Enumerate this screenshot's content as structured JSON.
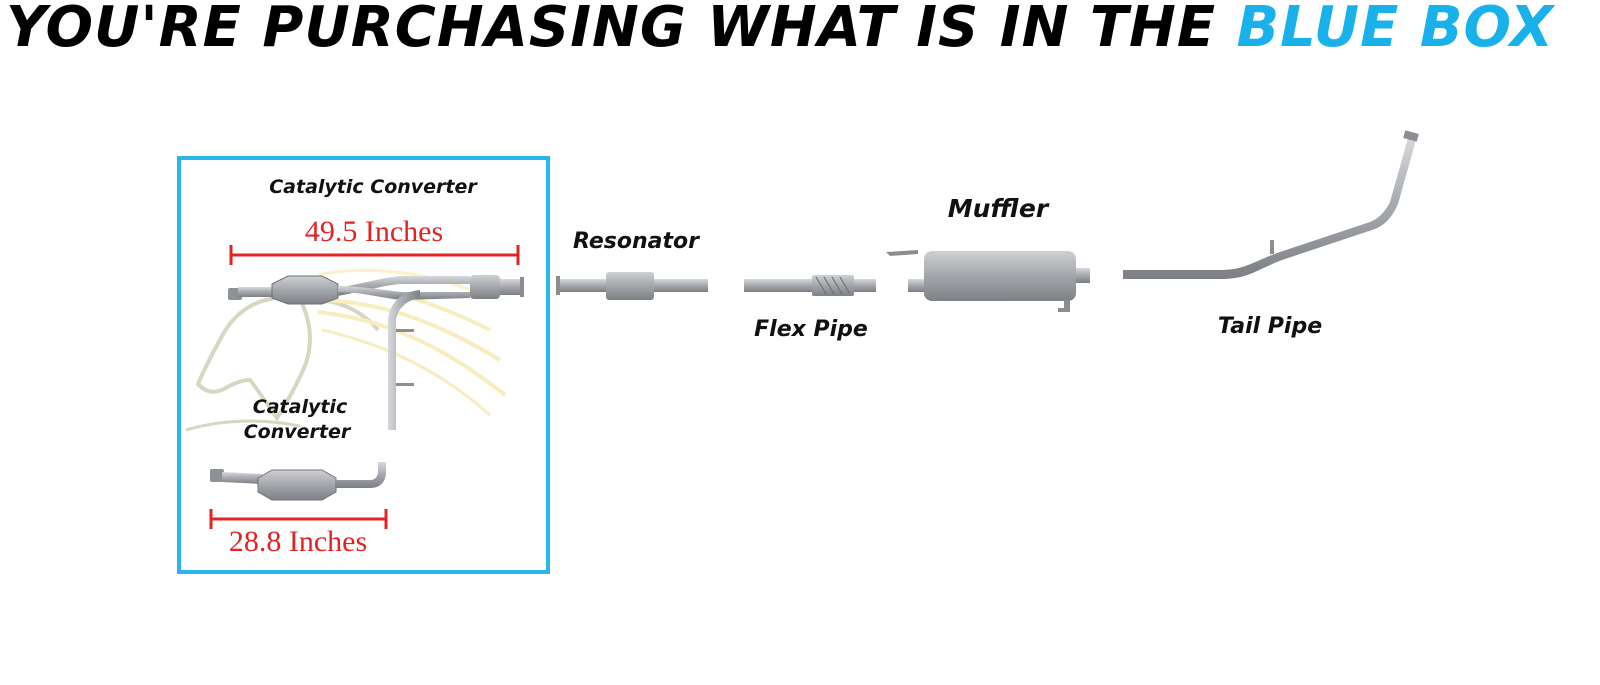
{
  "headline": {
    "prefix": "YOU'RE PURCHASING WHAT IS IN THE ",
    "highlight": "BLUE BOX",
    "text_color": "#000000",
    "highlight_color": "#19b1ec"
  },
  "box_color": "#29b6ea",
  "dimension_color": "#e02424",
  "parts": {
    "cat_converter_top": "Catalytic Converter",
    "cat_converter_bottom_line1": "Catalytic",
    "cat_converter_bottom_line2": "Converter",
    "resonator": "Resonator",
    "flex_pipe": "Flex Pipe",
    "muffler": "Muffler",
    "tail_pipe": "Tail Pipe"
  },
  "dimensions": {
    "top_length": "49.5 Inches",
    "bottom_length": "28.8 Inches"
  },
  "icons": {
    "watermark": "horse-head-logo-icon"
  }
}
